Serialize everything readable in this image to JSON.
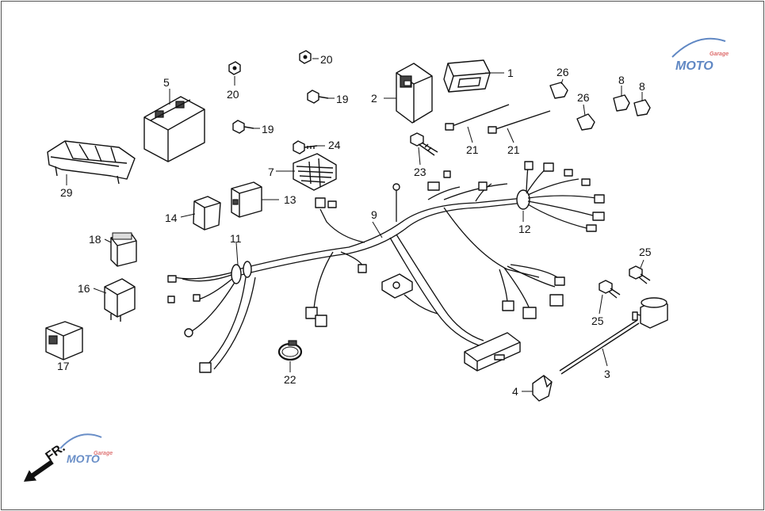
{
  "watermark": {
    "text": "MOTO",
    "subtext": "Garage"
  },
  "direction_label": "FR.",
  "callouts": [
    {
      "id": "c1",
      "label": "1"
    },
    {
      "id": "c2",
      "label": "2"
    },
    {
      "id": "c3",
      "label": "3"
    },
    {
      "id": "c4",
      "label": "4"
    },
    {
      "id": "c5",
      "label": "5"
    },
    {
      "id": "c7",
      "label": "7"
    },
    {
      "id": "c8a",
      "label": "8"
    },
    {
      "id": "c8b",
      "label": "8"
    },
    {
      "id": "c9",
      "label": "9"
    },
    {
      "id": "c11",
      "label": "11"
    },
    {
      "id": "c12",
      "label": "12"
    },
    {
      "id": "c13",
      "label": "13"
    },
    {
      "id": "c14",
      "label": "14"
    },
    {
      "id": "c16",
      "label": "16"
    },
    {
      "id": "c17",
      "label": "17"
    },
    {
      "id": "c18",
      "label": "18"
    },
    {
      "id": "c19a",
      "label": "19"
    },
    {
      "id": "c19b",
      "label": "19"
    },
    {
      "id": "c20a",
      "label": "20"
    },
    {
      "id": "c20b",
      "label": "20"
    },
    {
      "id": "c21a",
      "label": "21"
    },
    {
      "id": "c21b",
      "label": "21"
    },
    {
      "id": "c22",
      "label": "22"
    },
    {
      "id": "c23",
      "label": "23"
    },
    {
      "id": "c24",
      "label": "24"
    },
    {
      "id": "c25a",
      "label": "25"
    },
    {
      "id": "c25b",
      "label": "25"
    },
    {
      "id": "c26a",
      "label": "26"
    },
    {
      "id": "c26b",
      "label": "26"
    },
    {
      "id": "c29",
      "label": "29"
    }
  ],
  "colors": {
    "line": "#111111",
    "watermark_blue": "#2a5fb0",
    "watermark_red": "#d23a3a"
  }
}
